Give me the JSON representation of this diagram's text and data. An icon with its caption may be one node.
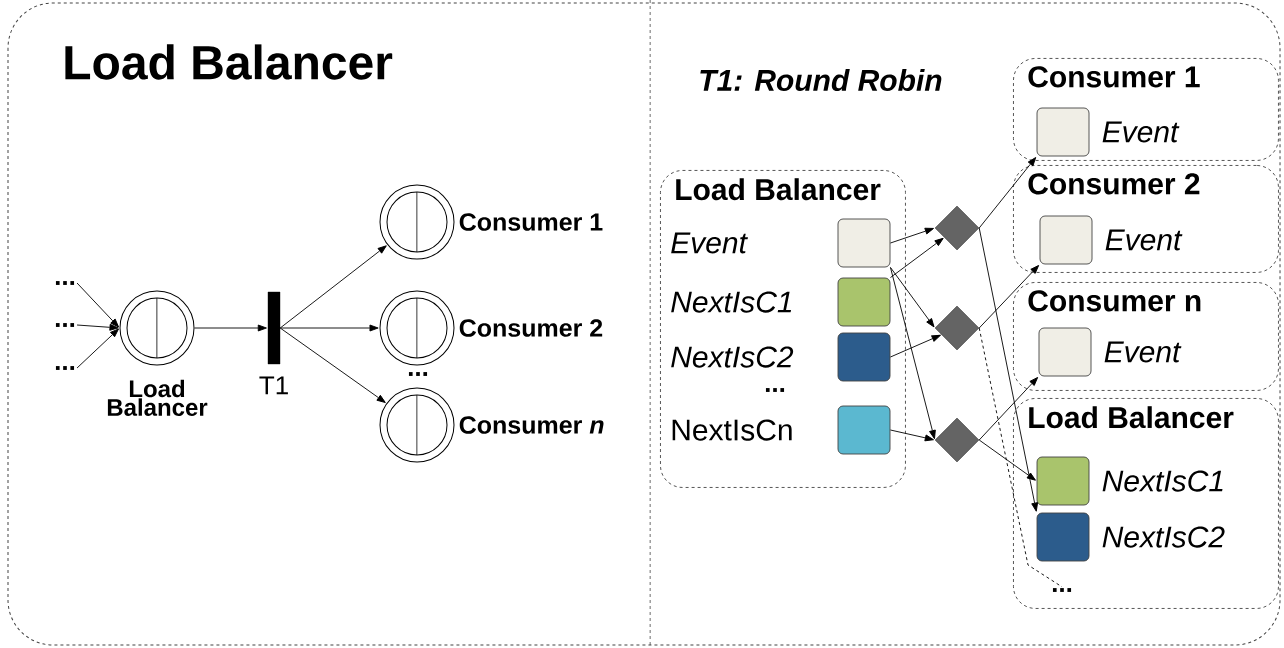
{
  "diagram": {
    "title": "Load Balancer",
    "nodes": [
      {
        "text": [
          "..."
        ]
      },
      {
        "text": [
          "..."
        ]
      },
      {
        "text": [
          "..."
        ]
      },
      {
        "text": [
          "Load Balancer"
        ]
      },
      {
        "text": [
          "T1"
        ]
      },
      {
        "text": [
          "Consumer 1"
        ]
      },
      {
        "text": [
          "Consumer 2"
        ]
      },
      {
        "text": [
          "Consumer *n*"
        ]
      },
      {
        "text": [
          "Load Balancer"
        ]
      },
      {
        "text": [],
        "shape": "box",
        "beside": [
          "Event"
        ],
        "in": 8
      },
      {
        "text": [],
        "shape": "box",
        "beside": [
          "NextIsC1"
        ],
        "in": 8
      },
      {
        "text": [],
        "shape": "box",
        "beside": [
          "NextIsC2"
        ],
        "in": 8
      },
      {
        "text": [],
        "shape": "box",
        "beside": [
          "NextIsCn"
        ],
        "in": 8
      },
      {
        "text": [],
        "shape": "diamond"
      },
      {
        "text": [],
        "shape": "diamond"
      },
      {
        "text": [],
        "shape": "diamond"
      },
      {
        "text": [
          "Consumer 1"
        ]
      },
      {
        "text": [],
        "shape": "box",
        "beside": [
          "Event"
        ],
        "in": 16
      },
      {
        "text": [
          "Consumer 2"
        ]
      },
      {
        "text": [],
        "shape": "box",
        "beside": [
          "Event"
        ],
        "in": 18
      },
      {
        "text": [
          "Consumer n"
        ]
      },
      {
        "text": [],
        "shape": "box",
        "beside": [
          "Event"
        ],
        "in": 20
      },
      {
        "text": [
          "Load Balancer"
        ]
      },
      {
        "text": [],
        "shape": "box",
        "beside": [
          "NextIsC1"
        ],
        "in": 22
      },
      {
        "text": [],
        "shape": "box",
        "beside": [
          "NextIsC2"
        ],
        "in": 22
      },
      {
        "text": [
          "..."
        ],
        "in": 22
      }
    ],
    "edges": [
      {
        "from": 0,
        "to": 3,
        "arrow": "to"
      },
      {
        "from": 1,
        "to": 3,
        "arrow": "to"
      },
      {
        "from": 2,
        "to": 3,
        "arrow": "to"
      },
      {
        "from": 3,
        "to": 4,
        "arrow": "to"
      },
      {
        "from": 4,
        "to": 5,
        "arrow": "to"
      },
      {
        "from": 4,
        "to": 6,
        "arrow": "to"
      },
      {
        "from": 4,
        "to": 7,
        "arrow": "to"
      },
      {
        "from": 9,
        "to": 13,
        "arrow": "to"
      },
      {
        "from": 10,
        "to": 13,
        "arrow": "to"
      },
      {
        "from": 9,
        "to": 14,
        "arrow": "to"
      },
      {
        "from": 11,
        "to": 14,
        "arrow": "to"
      },
      {
        "from": 9,
        "to": 15,
        "arrow": "to"
      },
      {
        "from": 12,
        "to": 15,
        "arrow": "to"
      },
      {
        "from": 13,
        "to": 17,
        "arrow": "to"
      },
      {
        "from": 14,
        "to": 19,
        "arrow": "to"
      },
      {
        "from": 15,
        "to": 21,
        "arrow": "to"
      },
      {
        "from": 15,
        "to": 23,
        "arrow": "to"
      },
      {
        "from": 13,
        "to": 24,
        "arrow": "to"
      },
      {
        "from": 14,
        "to": 25,
        "arrow": "none",
        "style": "dashed"
      }
    ],
    "labels": [
      "T1: Round Robin",
      "...",
      "..."
    ]
  }
}
